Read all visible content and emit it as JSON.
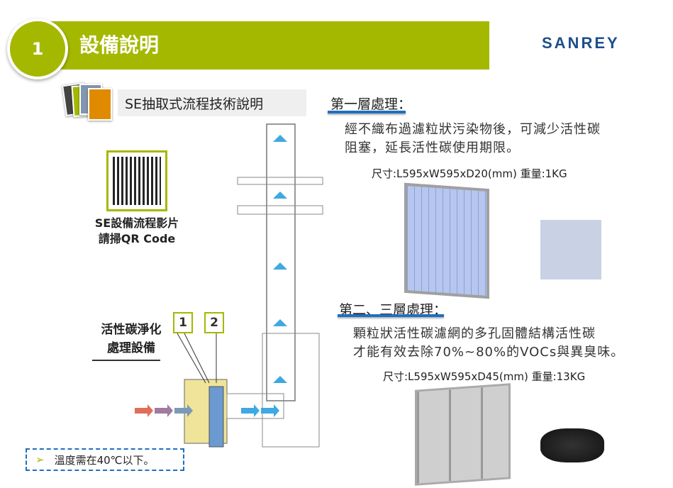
{
  "header": {
    "number": "1",
    "title": "設備說明",
    "logo": "SANREY"
  },
  "subtitle": "SE抽取式流程技術說明",
  "qr": {
    "label_line1": "SE設備流程影片",
    "label_line2": "請掃QR Code"
  },
  "equipment": {
    "label_line1": "活性碳淨化",
    "label_line2": "處理設備",
    "layer_tags": [
      "1",
      "2"
    ]
  },
  "layer1": {
    "heading": "第一層處理",
    "colon": "：",
    "desc_line1": "經不織布過濾粒狀污染物後，可減少活性碳",
    "desc_line2": "阻塞，延長活性碳使用期限。",
    "size": "尺寸:L595xW595xD20(mm) 重量:1KG"
  },
  "layer23": {
    "heading": "第二、三層處理",
    "colon": "：",
    "desc_line1": "顆粒狀活性碳濾網的多孔固體結構活性碳",
    "desc_line2": "才能有效去除70%~80%的VOCs與異臭味。",
    "size": "尺寸:L595xW595xD45(mm) 重量:13KG"
  },
  "note": {
    "bullet": "➢",
    "text": "溫度需在40℃以下。"
  },
  "colors": {
    "accent": "#a5b800",
    "blue": "#1f6fc1"
  }
}
